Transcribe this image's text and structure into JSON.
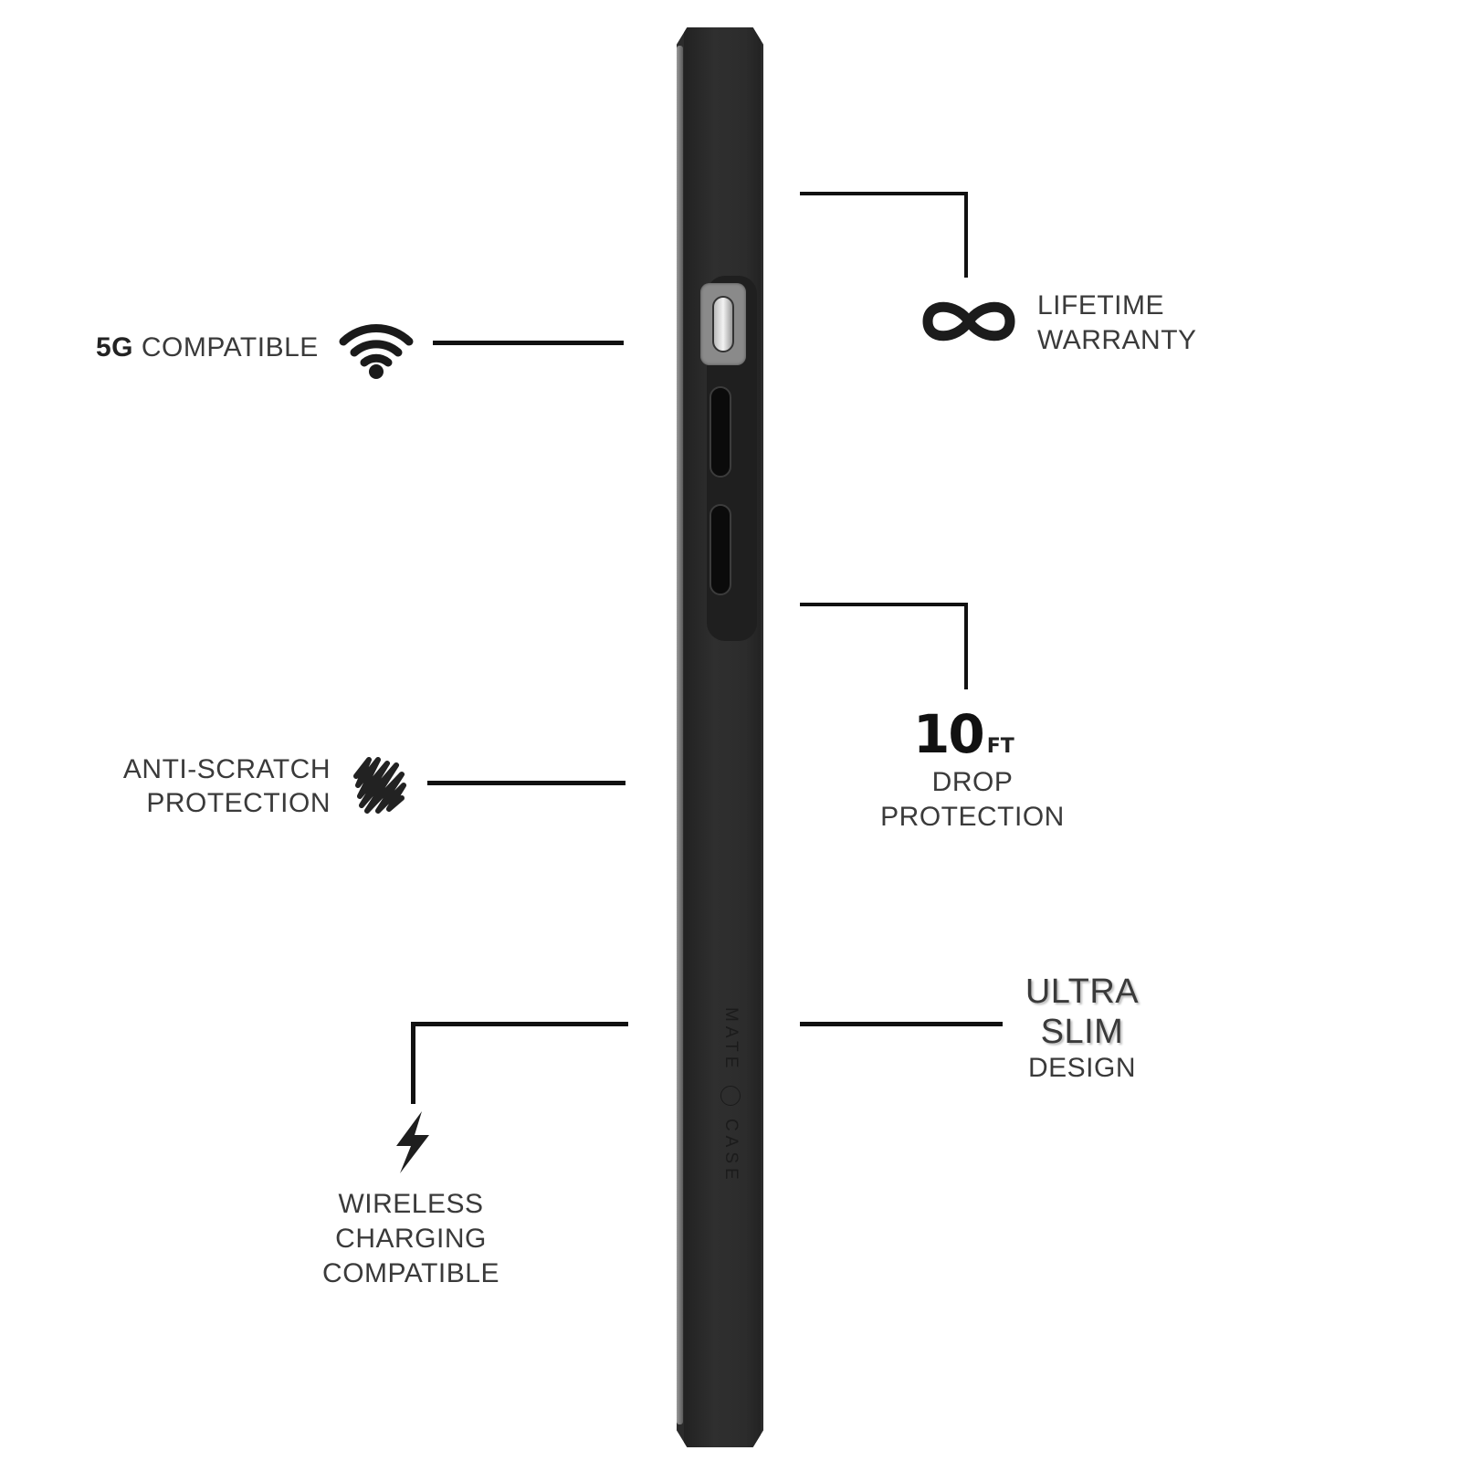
{
  "features": {
    "fiveg": {
      "bold": "5G",
      "text": "COMPATIBLE",
      "icon": "wifi-signal-icon"
    },
    "warranty": {
      "line1": "LIFETIME",
      "line2": "WARRANTY",
      "icon": "infinity-icon"
    },
    "scratch": {
      "line1": "ANTI-SCRATCH",
      "line2": "PROTECTION",
      "icon": "scribble-icon"
    },
    "drop": {
      "number": "10",
      "unit": "FT",
      "line1": "DROP",
      "line2": "PROTECTION"
    },
    "wireless": {
      "line1": "WIRELESS",
      "line2": "CHARGING",
      "line3": "COMPATIBLE",
      "icon": "lightning-bolt-icon"
    },
    "slim": {
      "line1": "ULTRA",
      "line2": "SLIM",
      "line3": "DESIGN"
    }
  },
  "phone": {
    "brand_left": "CASE",
    "brand_right": "MATE",
    "case_color": "#2b2b2b"
  },
  "colors": {
    "line": "#111111",
    "text": "#3a3a3a",
    "background": "#ffffff"
  }
}
